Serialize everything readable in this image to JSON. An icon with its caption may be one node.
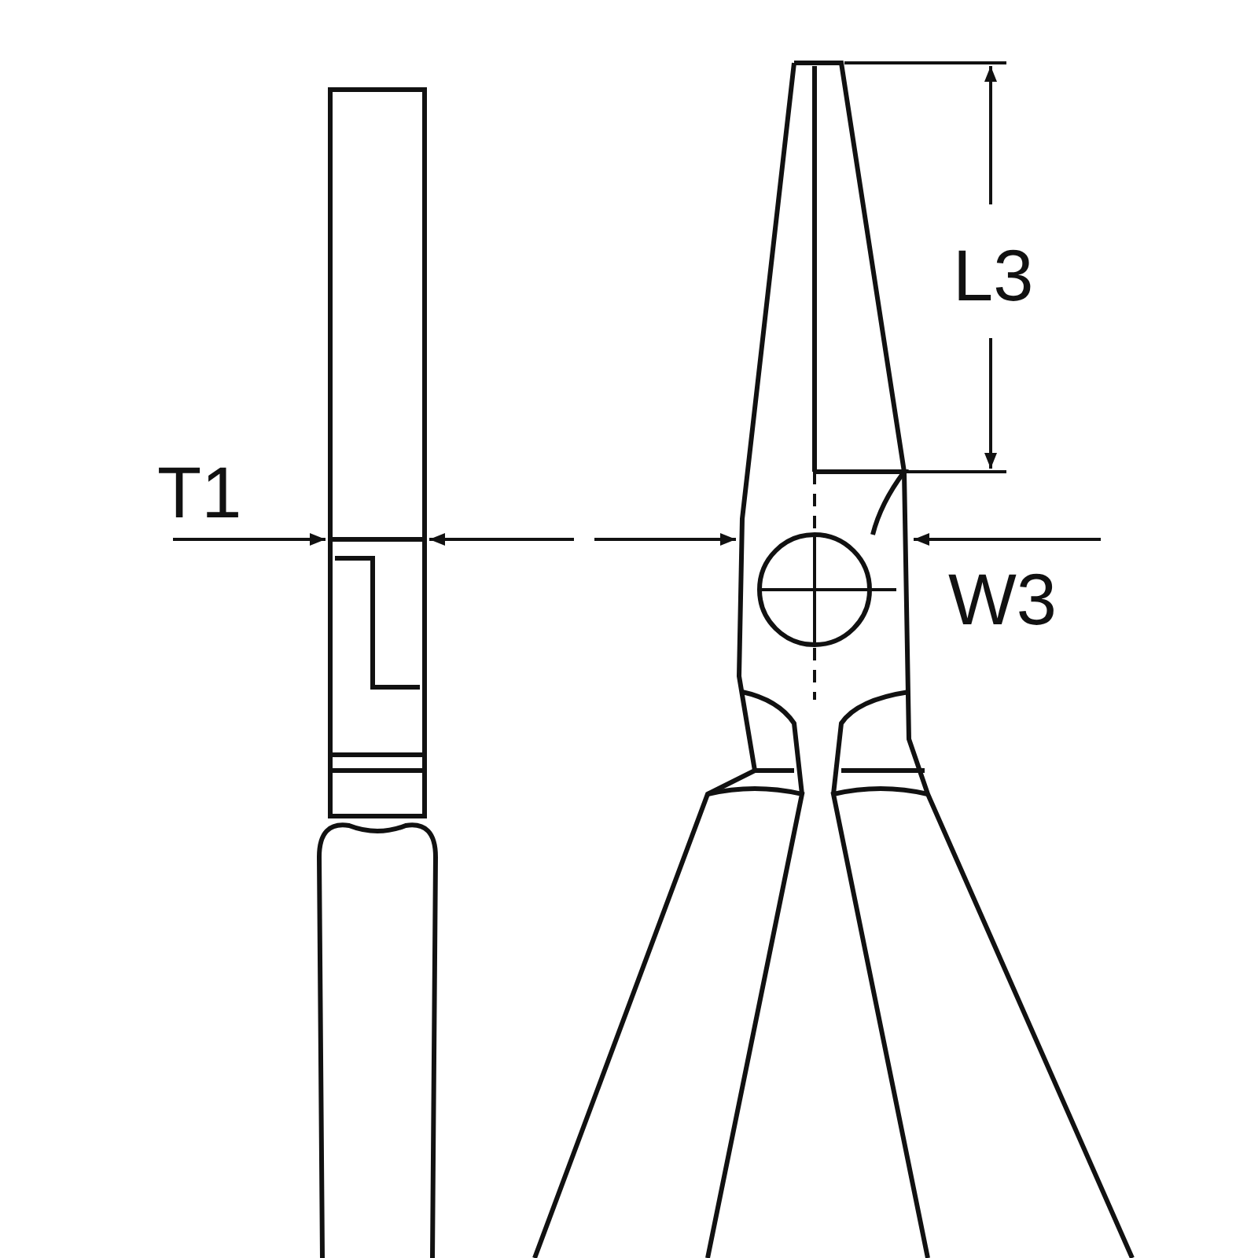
{
  "diagram": {
    "labels": [
      "L3",
      "T1",
      "W3"
    ]
  }
}
